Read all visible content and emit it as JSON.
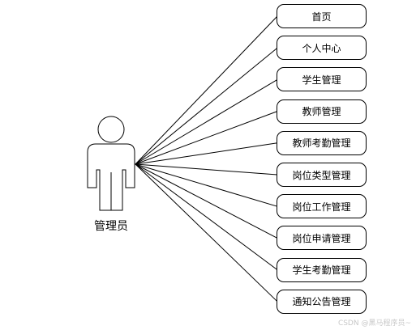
{
  "actor": {
    "label": "管理员"
  },
  "use_cases": [
    "首页",
    "个人中心",
    "学生管理",
    "教师管理",
    "教师考勤管理",
    "岗位类型管理",
    "岗位工作管理",
    "岗位申请管理",
    "学生考勤管理",
    "通知公告管理"
  ],
  "watermark": "CSDN @黑马程序员~",
  "colors": {
    "line": "#000000",
    "node_border": "#000000",
    "actor_fill": "#ffffff"
  }
}
